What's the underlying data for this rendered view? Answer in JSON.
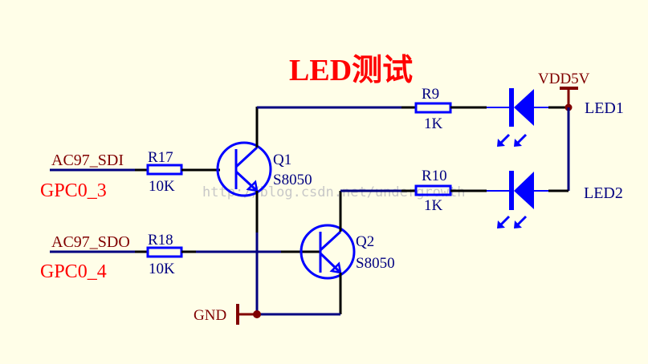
{
  "title": "LED测试",
  "watermark": "http://blog.csdn.net/undergrowth",
  "colors": {
    "background": "#fffee8",
    "component": "#0000ff",
    "wire_black": "#000000",
    "wire_net": "#000080",
    "power": "#800000",
    "label_red": "#ff0000",
    "label_text": "#000080"
  },
  "nets": {
    "input1": {
      "name": "AC97_SDI",
      "pin": "GPC0_3"
    },
    "input2": {
      "name": "AC97_SDO",
      "pin": "GPC0_4"
    },
    "power": "VDD5V",
    "ground": "GND"
  },
  "resistors": [
    {
      "ref": "R17",
      "value": "10K"
    },
    {
      "ref": "R18",
      "value": "10K"
    },
    {
      "ref": "R9",
      "value": "1K"
    },
    {
      "ref": "R10",
      "value": "1K"
    }
  ],
  "transistors": [
    {
      "ref": "Q1",
      "part": "S8050"
    },
    {
      "ref": "Q2",
      "part": "S8050"
    }
  ],
  "leds": [
    {
      "ref": "LED1"
    },
    {
      "ref": "LED2"
    }
  ]
}
